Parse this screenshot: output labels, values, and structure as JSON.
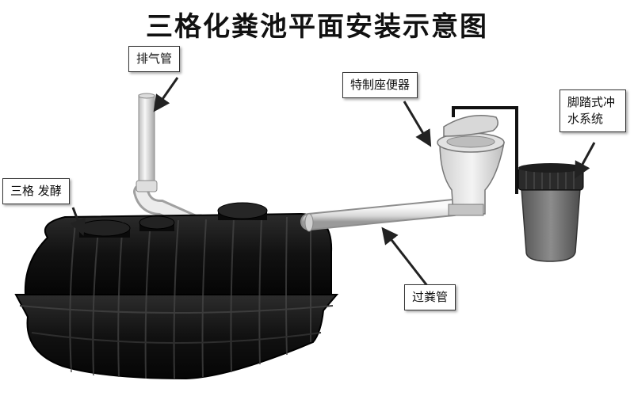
{
  "title": "三格化粪池平面安装示意图",
  "labels": {
    "vent_pipe": "排气管",
    "tank": "三格 发酵",
    "toilet": "特制座便器",
    "flush_system": "脚踏式冲水系统",
    "transfer_pipe": "过粪管"
  },
  "colors": {
    "tank_dark": "#1a1a1a",
    "pipe_light": "#e9e9e9",
    "water_tank": "#7a7a7a"
  }
}
